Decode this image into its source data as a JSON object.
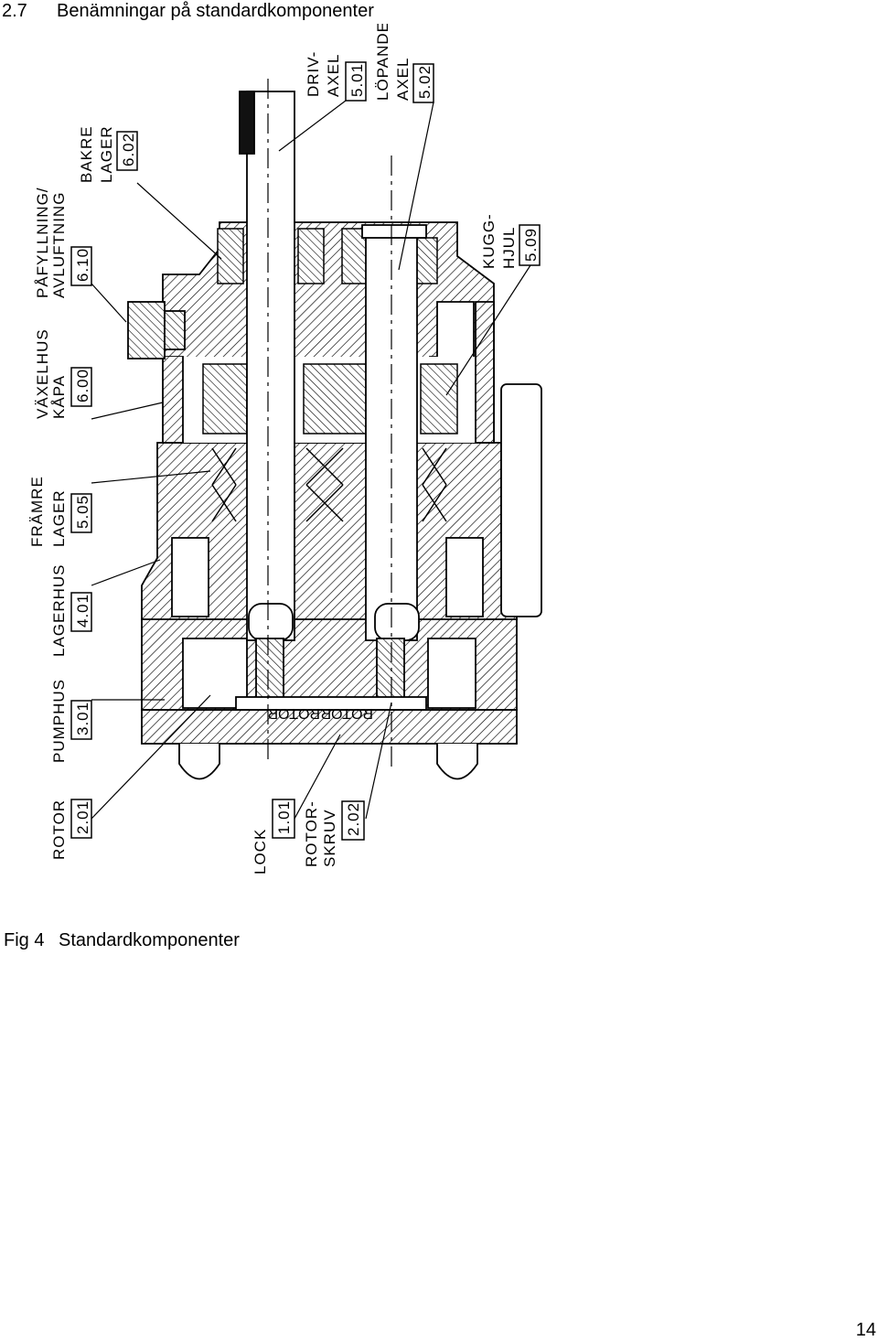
{
  "heading": {
    "number": "2.7",
    "title": "Benämningar på standardkomponenter"
  },
  "figure": {
    "labels": [
      {
        "id": "rotor",
        "lines": [
          "ROTOR"
        ],
        "code": "2.01"
      },
      {
        "id": "pumphus",
        "lines": [
          "PUMPHUS"
        ],
        "code": "3.01"
      },
      {
        "id": "lagerhus",
        "lines": [
          "LAGERHUS"
        ],
        "code": "4.01"
      },
      {
        "id": "framre-lager",
        "lines": [
          "FRÄMRE",
          "LAGER"
        ],
        "code": "5.05"
      },
      {
        "id": "vaxelhus",
        "lines": [
          "VÄXELHUS",
          "KÅPA"
        ],
        "code": "6.00"
      },
      {
        "id": "pafyllning",
        "lines": [
          "PÅFYLLNING/",
          "AVLUFTNING"
        ],
        "code": "6.10"
      },
      {
        "id": "bakre-lager",
        "lines": [
          "BAKRE",
          "LAGER"
        ],
        "code": "6.02"
      },
      {
        "id": "drivaxel",
        "lines": [
          "DRIV-",
          "AXEL"
        ],
        "code": "5.01"
      },
      {
        "id": "lopande-axel",
        "lines": [
          "LÖPANDE",
          "AXEL"
        ],
        "code": "5.02"
      },
      {
        "id": "kugghjul",
        "lines": [
          "KUGG-",
          "HJUL"
        ],
        "code": "5.09"
      },
      {
        "id": "lock",
        "lines": [
          "LOCK"
        ],
        "code": "1.01"
      },
      {
        "id": "rotorskruv",
        "lines": [
          "ROTOR-",
          "SKRUV"
        ],
        "code": "2.02"
      }
    ],
    "rotor_engraving": [
      "ROTOR",
      "ROTOR"
    ]
  },
  "caption": {
    "number": "Fig 4",
    "text": "Standardkomponenter"
  },
  "page_number": "14"
}
